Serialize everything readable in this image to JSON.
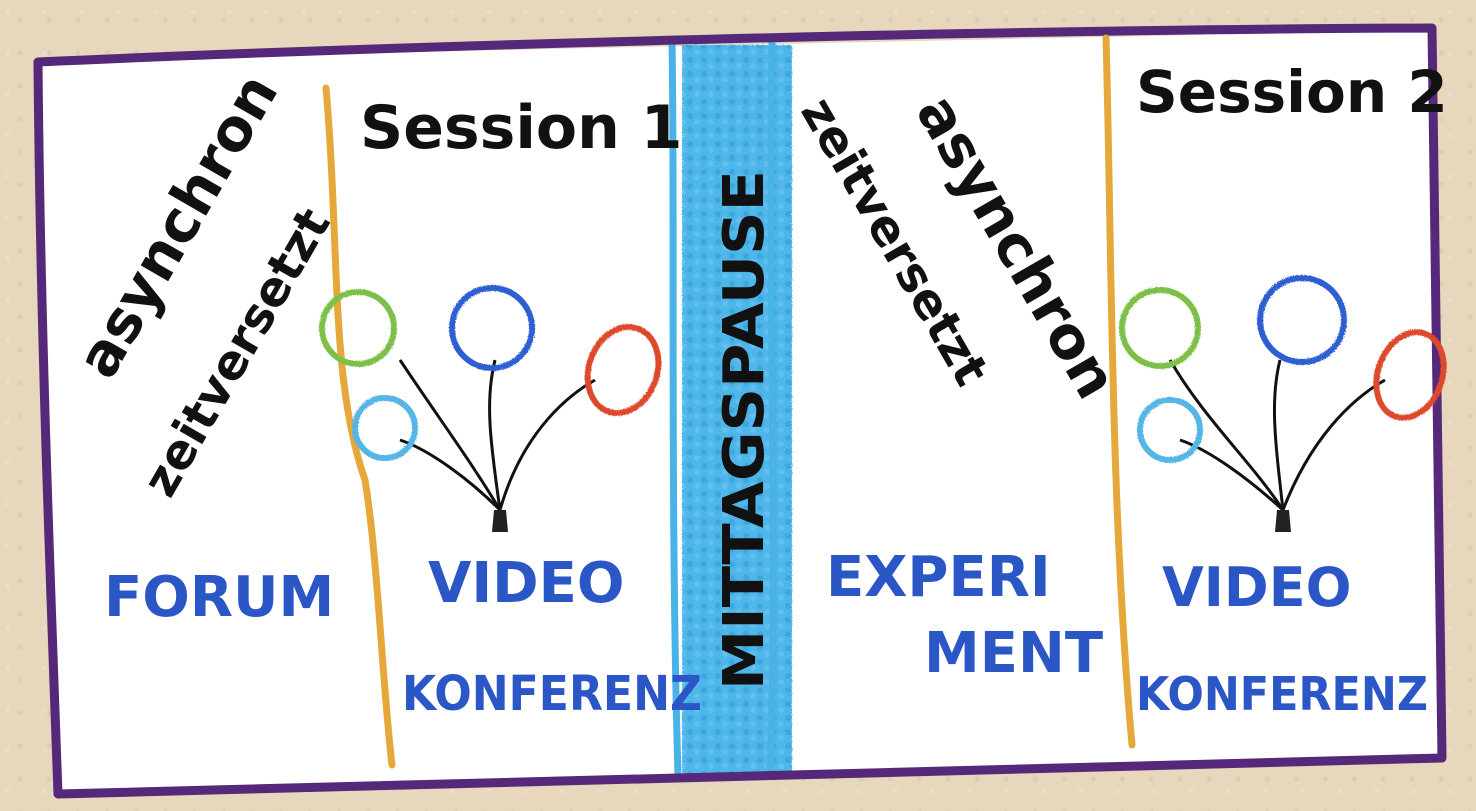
{
  "diagram": {
    "colors": {
      "frame": "#55287a",
      "divider": "#e7a83a",
      "lunch_band": "#49b3e8",
      "label_blue": "#2a56c6",
      "ink": "#111111",
      "balloon_green": "#7cbf4a",
      "balloon_blue": "#2f5fd2",
      "balloon_red": "#dd4a2c",
      "balloon_lightblue": "#55b5e6"
    },
    "left_async": {
      "word1": "asynchron",
      "word2": "zeitversetzt",
      "label": "FORUM"
    },
    "session1": {
      "title": "Session 1",
      "label_line1": "VIDEO",
      "label_line2": "KONFERENZ",
      "icon": "balloon-cluster-icon"
    },
    "lunch_break": {
      "label": "MITTAGSPAUSE"
    },
    "right_async": {
      "word1": "asynchron",
      "word2": "zeitversetzt",
      "label_line1": "EXPERI",
      "label_line2": "MENT"
    },
    "session2": {
      "title": "Session 2",
      "label_line1": "VIDEO",
      "label_line2": "KONFERENZ",
      "icon": "balloon-cluster-icon"
    }
  }
}
